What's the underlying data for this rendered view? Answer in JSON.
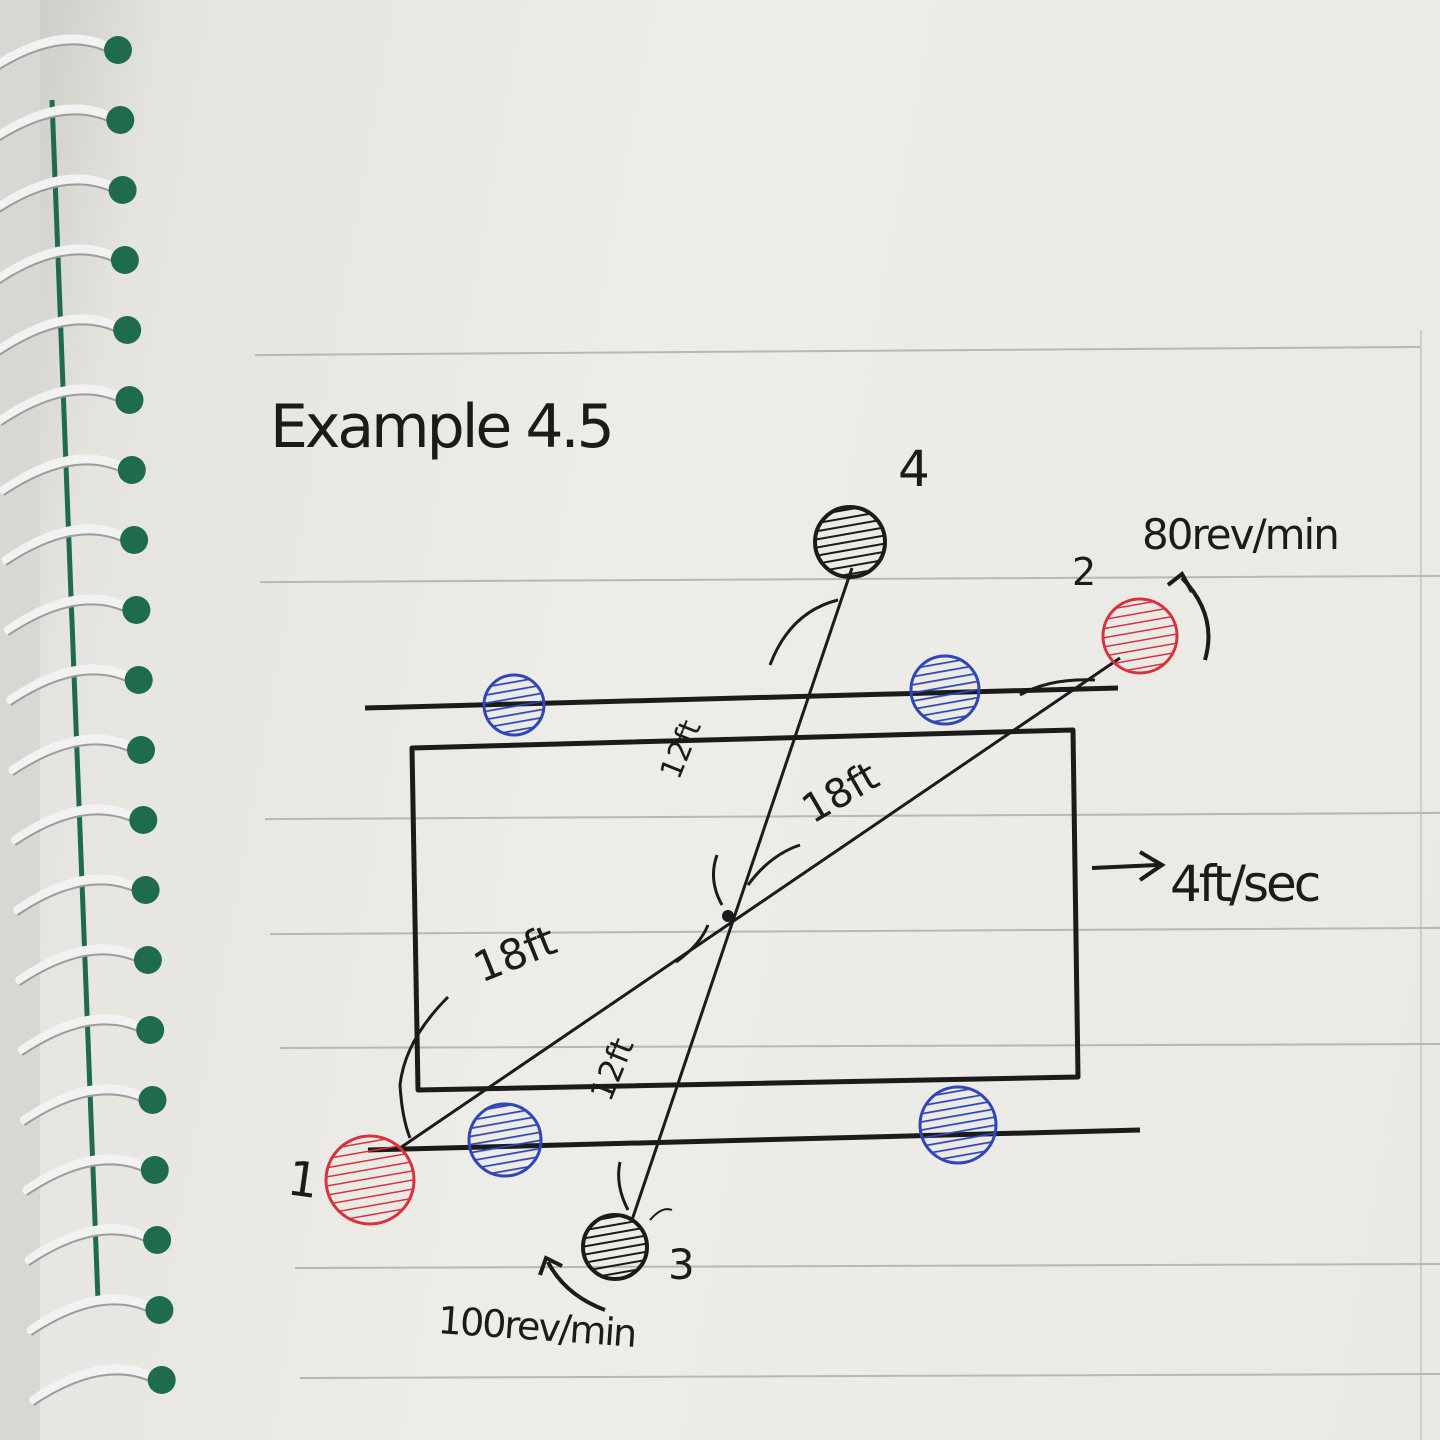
{
  "title": "Example 4.5",
  "labels": {
    "wheel_1": "1",
    "wheel_2": "2",
    "wheel_3": "3",
    "wheel_4": "4",
    "speed_2": "80rev/min",
    "speed_3": "100rev/min",
    "velocity": "4ft/sec",
    "dist_upper_right": "18ft",
    "dist_upper_left": "12ft",
    "dist_lower_left": "18ft",
    "dist_lower_right": "12ft"
  },
  "colors": {
    "paper": "#ebe9e4",
    "ink_black": "#1b1b1b",
    "ink_red": "#d8323c",
    "ink_blue": "#2f46b8",
    "coil": "#f2f2f2",
    "binding_green": "#1f6b4d"
  },
  "icons": [
    "spiral-binding",
    "arrow-right-icon",
    "rotation-arrow-icon"
  ]
}
